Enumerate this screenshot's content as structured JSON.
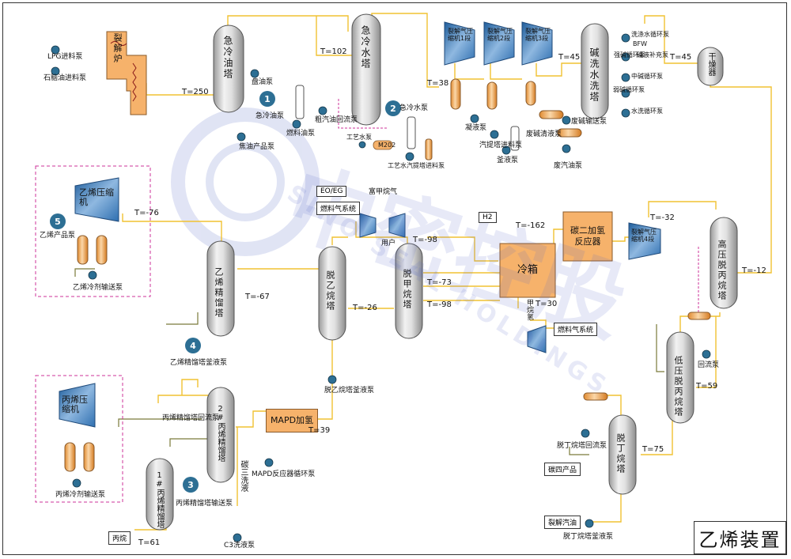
{
  "title": "乙烯装置",
  "equipment": {
    "cracking_furnace": "裂解炉",
    "quench_oil_tower": "急冷油塔",
    "quench_water_tower": "急冷水塔",
    "comp1": "裂解气压缩机1段",
    "comp2": "裂解气压缩机2段",
    "comp3": "裂解气压缩机3段",
    "comp4": "裂解气压缩机4段",
    "caustic_wash_tower": "碱洗水洗塔",
    "dryer": "干燥器",
    "hp_depropanizer": "高压脱丙烷塔",
    "lp_depropanizer": "低压脱丙烷塔",
    "c2_hydro": "碳二加氢反应器",
    "cold_box": "冷箱",
    "demethanizer": "脱甲烷塔",
    "deethanizer": "脱乙烷塔",
    "ethylene_fractionator": "乙烯精馏塔",
    "ethylene_compressor": "乙烯压缩机",
    "propylene_compressor": "丙烯压缩机",
    "mapd": "MAPD加氢",
    "c3_2": "2#丙烯精馏塔",
    "c3_1": "1#丙烯精馏塔",
    "debutanizer": "脱丁烷塔",
    "expander_user": "用户"
  },
  "pumps": {
    "lpg_feed": "LPG进料泵",
    "naphtha_feed": "石脑油进料泵",
    "dilute_oil": "盘油泵",
    "quench_oil_pump": "急冷油泵",
    "fuel_oil_pump": "燃料油泵",
    "coke_pump": "焦油产品泵",
    "crude_gas_reflux": "粗汽油回流泵",
    "quench_water_pump": "急冷水泵",
    "process_water": "工艺水泵",
    "process_water_stripper": "工艺水汽提塔进料泵",
    "m202": "M202",
    "condensate_pump": "凝液泵",
    "stripper_feed": "汽提塔进料泵",
    "sump_pump": "釜液泵",
    "spent_caustic_tower": "废碱输送泵",
    "spent_caustic_cleaning": "废碱清液泵",
    "waste_oil": "废汽油泵",
    "caustic_circ_strong": "强碱循环泵",
    "caustic_circ_medium": "中碱循环泵",
    "caustic_circ_weak": "弱碱循环泵",
    "water_wash_circ": "水洗循环泵",
    "caustic_transfer": "碱液补充泵",
    "wash_water": "洗涤水循环泵",
    "bfw": "BFW",
    "reflux_pump": "回流泵",
    "debut_reflux": "脱丁烷塔回流泵",
    "debut_sump": "脱丁烷塔釜液泵",
    "deethanizer_sump": "脱乙烷塔釜液泵",
    "ethylene_fract_sump": "乙烯精馏塔釜液泵",
    "ethylene_product_pump": "乙烯产品泵",
    "ethylene_cold_transfer": "乙烯冷剂输送泵",
    "propylene_cold_transfer": "丙烯冷剂输送泵",
    "propylene_reflux": "丙烯精馏塔回流泵",
    "propylene_transfer": "丙烯精馏塔输送泵",
    "mapd_circ": "MAPD反应器循环泵",
    "c3_wash": "C3洗液泵"
  },
  "streams": {
    "eo_eg": "EO/EG",
    "rich_methane": "富甲烷气",
    "fuel_gas": "燃料气系统",
    "fuel_gas_2": "燃料气系统",
    "h2": "H2",
    "methane_hydrogen": "甲烷氢",
    "c4_product": "碳四产品",
    "pyrolysis_gasoline": "裂解汽油",
    "propane": "丙烷",
    "c3_wash_liquid": "碳三洗液"
  },
  "temps": {
    "t250": "T=250",
    "t102": "T=102",
    "t38": "T=38",
    "t45a": "T=45",
    "t45b": "T=45",
    "tn32": "T=-32",
    "tn12": "T=-12",
    "tn162": "T=-162",
    "tn98a": "T=-98",
    "tn73": "T=-73",
    "tn98b": "T=-98",
    "t30": "T=30",
    "tn26": "T=-26",
    "tn76": "T=-76",
    "tn67": "T=-67",
    "t59": "T=59",
    "t75": "T=75",
    "t39": "T=39",
    "t61": "T=61"
  },
  "pump_numbers": [
    "1",
    "2",
    "3",
    "4",
    "5"
  ],
  "watermark": {
    "cn": "中密控股",
    "en": "SINO SEAL HOLDINGS"
  },
  "colors": {
    "process_line": "#f1c232",
    "recycle_line": "#7a7a3a",
    "tower_fill": "#d9d9d9",
    "compressor_fill": "#3d85c6",
    "vessel_fill": "#f6b26b",
    "pump_fill": "#2d6f94",
    "refrigeration_border": "#cc3399"
  }
}
